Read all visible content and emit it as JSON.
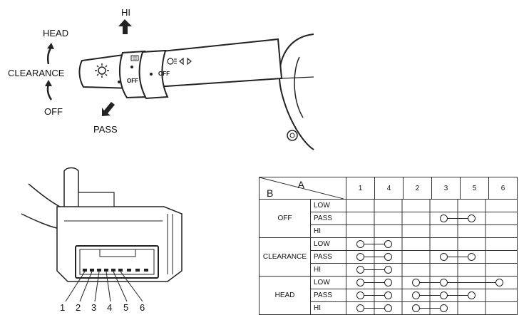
{
  "switch_labels": {
    "hi": "HI",
    "head": "HEAD",
    "clearance": "CLEARANCE",
    "off": "OFF",
    "pass": "PASS",
    "off_ring1": "OFF",
    "off_ring2": "OFF"
  },
  "connector_pins": [
    "1",
    "2",
    "3",
    "4",
    "5",
    "6"
  ],
  "table": {
    "corner_a": "A",
    "corner_b": "B",
    "columns": [
      "1",
      "4",
      "2",
      "3",
      "5",
      "6"
    ],
    "groups": [
      {
        "mode": "OFF",
        "rows": [
          {
            "position": "LOW",
            "connections": []
          },
          {
            "position": "PASS",
            "connections": [
              [
                "3",
                "5"
              ]
            ]
          },
          {
            "position": "HI",
            "connections": []
          }
        ]
      },
      {
        "mode": "CLEARANCE",
        "rows": [
          {
            "position": "LOW",
            "connections": [
              [
                "1",
                "4"
              ]
            ]
          },
          {
            "position": "PASS",
            "connections": [
              [
                "1",
                "4"
              ],
              [
                "3",
                "5"
              ]
            ]
          },
          {
            "position": "HI",
            "connections": [
              [
                "1",
                "4"
              ]
            ]
          }
        ]
      },
      {
        "mode": "HEAD",
        "rows": [
          {
            "position": "LOW",
            "connections": [
              [
                "1",
                "4"
              ],
              [
                "2",
                "3",
                "6"
              ]
            ]
          },
          {
            "position": "PASS",
            "connections": [
              [
                "1",
                "4"
              ],
              [
                "2",
                "3",
                "5"
              ]
            ]
          },
          {
            "position": "HI",
            "connections": [
              [
                "1",
                "4"
              ],
              [
                "2",
                "3"
              ]
            ]
          }
        ]
      }
    ]
  }
}
